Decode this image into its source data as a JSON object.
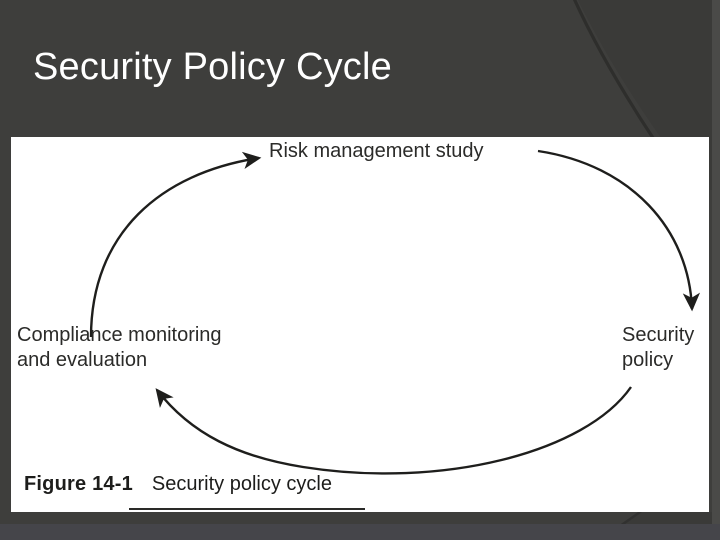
{
  "slide": {
    "title": "Security Policy Cycle",
    "background_color": "#3e3e3c",
    "title_color": "#ffffff",
    "panel_color": "#ffffff"
  },
  "figure": {
    "caption_number": "Figure 14-1",
    "caption_text": "Security policy cycle",
    "text_color": "#2b2b29"
  },
  "diagram": {
    "type": "cycle",
    "nodes": [
      {
        "id": "risk",
        "label": "Risk management study",
        "position": "top"
      },
      {
        "id": "policy",
        "label": "Security\npolicy",
        "position": "right"
      },
      {
        "id": "compliance",
        "label": "Compliance monitoring\nand evaluation",
        "position": "left"
      }
    ],
    "node_labels": {
      "risk": "Risk management study",
      "security_policy_line1": "Security",
      "security_policy_line2": "policy",
      "compliance_line1": "Compliance monitoring",
      "compliance_line2": "and evaluation"
    },
    "edges": [
      {
        "from": "compliance",
        "to": "risk",
        "arrow_direction": "up-right",
        "side": "left-arc"
      },
      {
        "from": "risk",
        "to": "policy",
        "arrow_direction": "down",
        "side": "right-arc"
      },
      {
        "from": "policy",
        "to": "compliance",
        "arrow_direction": "up-left",
        "side": "bottom-arc"
      }
    ]
  }
}
